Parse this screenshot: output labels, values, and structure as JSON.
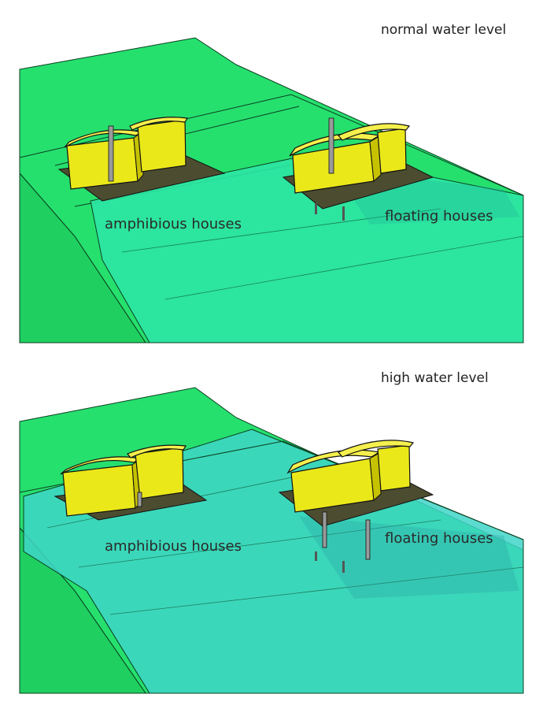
{
  "panels": {
    "normal": {
      "title": "normal water level",
      "amphibious_label": "amphibious houses",
      "floating_label": "floating houses"
    },
    "high": {
      "title": "high water level",
      "amphibious_label": "amphibious houses",
      "floating_label": "floating houses"
    }
  },
  "colors": {
    "land": "#26e06e",
    "land_dark": "#1fcf60",
    "water_normal": "#2ee6a4",
    "water_high": "#3fd5c8",
    "house": "#ebe81a",
    "house_shadow": "#c7c200",
    "platform": "#4c4c30"
  }
}
